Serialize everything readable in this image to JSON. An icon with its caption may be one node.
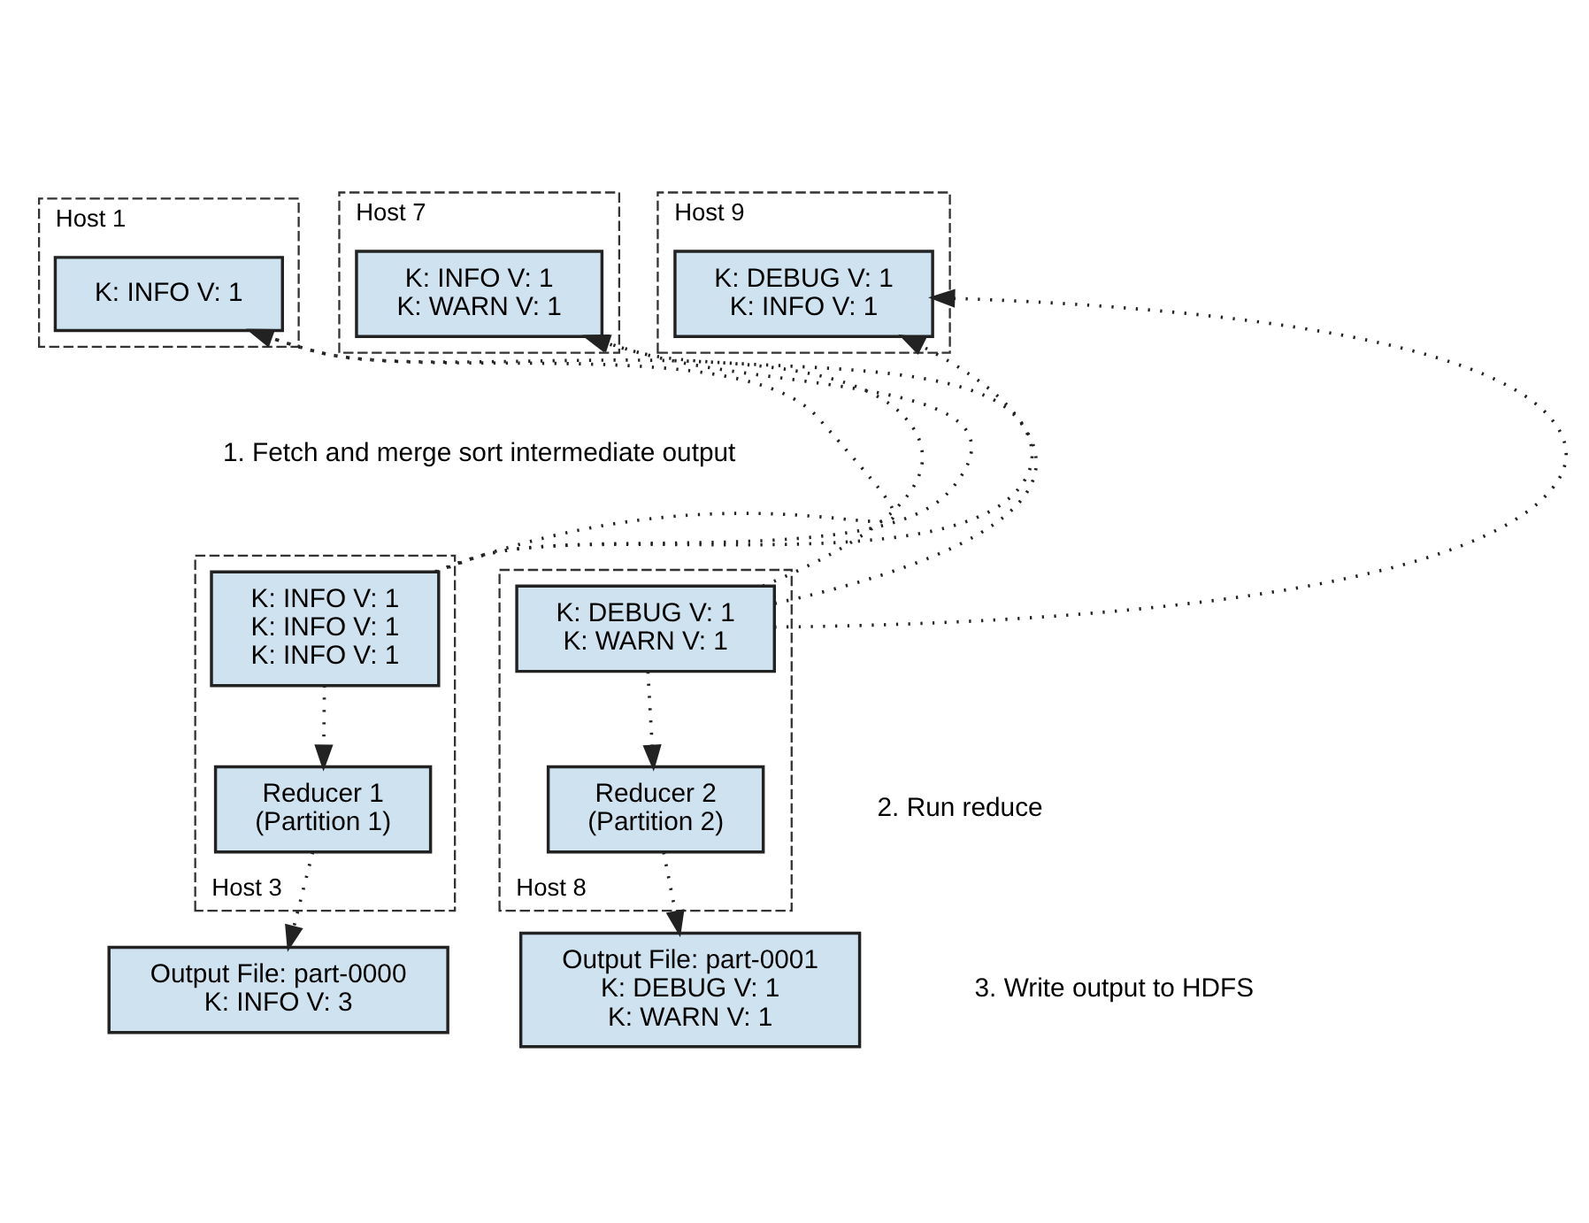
{
  "diagram": {
    "nodes": [
      {
        "text": [
          "Host 1"
        ]
      },
      {
        "text": [
          "K: INFO V: 1"
        ],
        "in": 0
      },
      {
        "text": [
          "Host 7"
        ]
      },
      {
        "text": [
          "K: INFO V: 1 K: WARN V: 1"
        ],
        "in": 2
      },
      {
        "text": [
          "Host 9"
        ]
      },
      {
        "text": [
          "K: DEBUG V: 1 K: INFO V: 1"
        ],
        "in": 4
      },
      {
        "text": [
          "Host 3"
        ]
      },
      {
        "text": [
          "K: INFO V: 1 K: INFO V: 1 K: INFO V: 1"
        ],
        "in": 6
      },
      {
        "text": [
          "Reducer 1 (Partition 1)"
        ],
        "in": 6
      },
      {
        "text": [
          "Host 8"
        ]
      },
      {
        "text": [
          "K: DEBUG V: 1 K: WARN V: 1"
        ],
        "in": 9
      },
      {
        "text": [
          "Reducer 2 (Partition 2)"
        ],
        "in": 9
      },
      {
        "text": [
          "Output File: part-0000 K: INFO V: 3"
        ]
      },
      {
        "text": [
          "Output File: part-0001 K: DEBUG V: 1 K: WARN V: 1"
        ]
      }
    ],
    "edges": [
      {
        "from": 7,
        "to": 1,
        "arrow": "to"
      },
      {
        "from": 7,
        "to": 3,
        "arrow": "to"
      },
      {
        "from": 7,
        "to": 5,
        "arrow": "to"
      },
      {
        "from": 10,
        "to": 1,
        "arrow": "to"
      },
      {
        "from": 10,
        "to": 3,
        "arrow": "to"
      },
      {
        "from": 10,
        "to": 5,
        "arrow": "to"
      },
      {
        "from": 7,
        "to": 8,
        "arrow": "to"
      },
      {
        "from": 10,
        "to": 11,
        "arrow": "to"
      },
      {
        "from": 8,
        "to": 12,
        "arrow": "to"
      },
      {
        "from": 11,
        "to": 13,
        "arrow": "to"
      }
    ],
    "labels": [
      "1. Fetch and merge sort intermediate output",
      "2. Run reduce",
      "3. Write output to HDFS"
    ]
  }
}
